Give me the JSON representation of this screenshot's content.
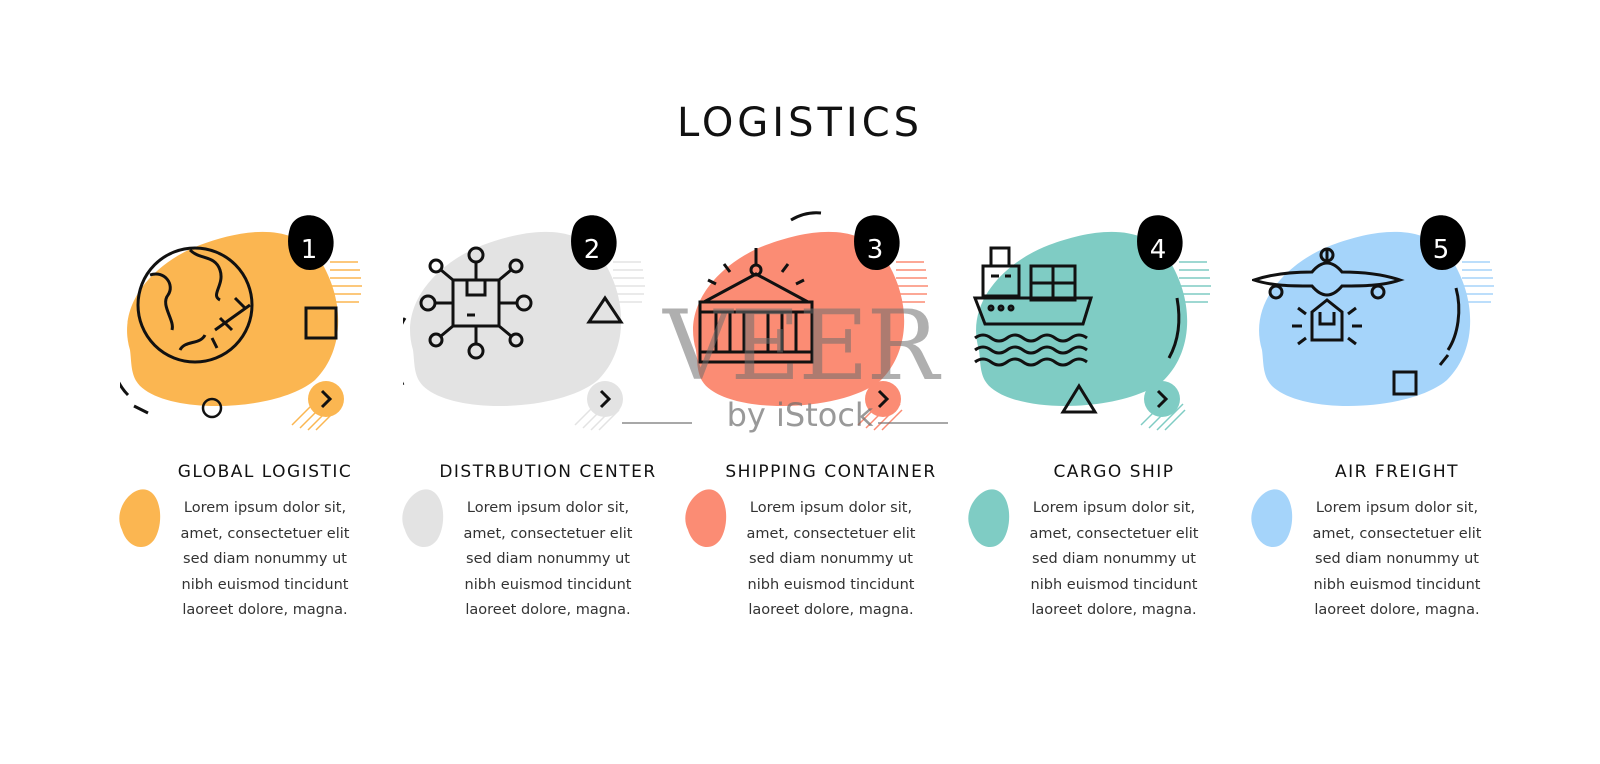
{
  "title": "LOGISTICS",
  "steps": [
    {
      "number": "1",
      "heading": "GLOBAL LOGISTIC",
      "text": "Lorem ipsum dolor sit,\namet, consectetuer elit\nsed diam nonummy ut\nnibh euismod tincidunt\nlaoreet dolore, magna.",
      "color": "#FBB651",
      "icon": "globe-plane-icon"
    },
    {
      "number": "2",
      "heading": "DISTRBUTION CENTER",
      "text": "Lorem ipsum dolor sit,\namet, consectetuer elit\nsed diam nonummy ut\nnibh euismod tincidunt\nlaoreet dolore, magna.",
      "color": "#E3E3E3",
      "icon": "distribution-network-icon"
    },
    {
      "number": "3",
      "heading": "SHIPPING CONTAINER",
      "text": "Lorem ipsum dolor sit,\namet, consectetuer elit\nsed diam nonummy ut\nnibh euismod tincidunt\nlaoreet dolore, magna.",
      "color": "#FB8C74",
      "icon": "container-crane-icon"
    },
    {
      "number": "4",
      "heading": "CARGO SHIP",
      "text": "Lorem ipsum dolor sit,\namet, consectetuer elit\nsed diam nonummy ut\nnibh euismod tincidunt\nlaoreet dolore, magna.",
      "color": "#7FCCC4",
      "icon": "cargo-ship-icon"
    },
    {
      "number": "5",
      "heading": "AIR FREIGHT",
      "text": "Lorem ipsum dolor sit,\namet, consectetuer elit\nsed diam nonummy ut\nnibh euismod tincidunt\nlaoreet dolore, magna.",
      "color": "#A5D4FA",
      "icon": "air-freight-icon"
    }
  ],
  "watermark": {
    "brand": "VEER",
    "sub": "by iStock"
  }
}
